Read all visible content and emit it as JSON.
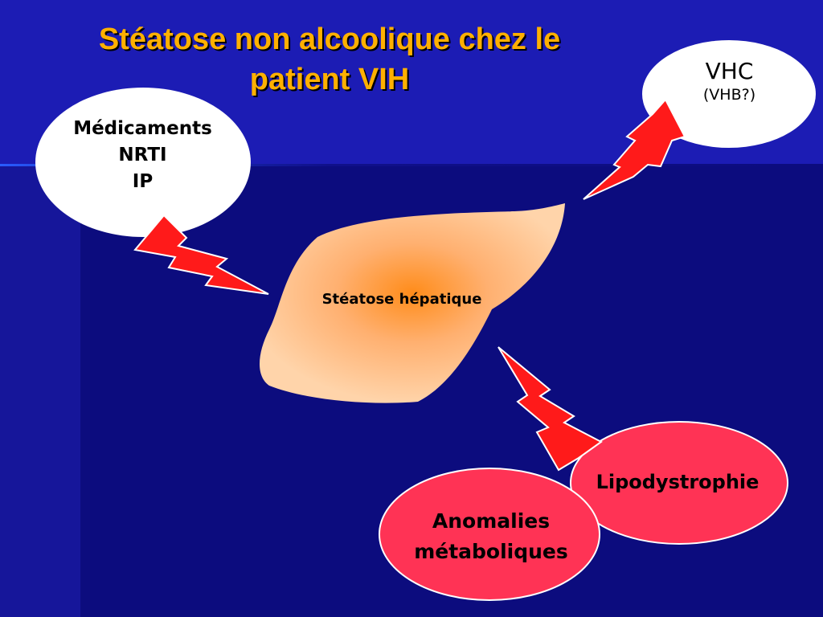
{
  "title": {
    "line1": "Stéatose non alcoolique chez le",
    "line2": "patient VIH"
  },
  "bubbles": {
    "medications": {
      "line1": "Médicaments",
      "line2": "NRTI",
      "line3": "IP"
    },
    "viral": {
      "line1": "VHC",
      "line2": "(VHB?)"
    },
    "lipodystrophy": {
      "label": "Lipodystrophie"
    },
    "metabolic": {
      "line1": "Anomalies",
      "line2": "métaboliques"
    }
  },
  "center": {
    "label": "Stéatose hépatique"
  },
  "colors": {
    "background": "#0c0c7e",
    "band": "#1c1cb4",
    "title": "#ffb000",
    "bubble_white": "#ffffff",
    "bubble_red": "#ff3355",
    "bolt": "#ff1a1a",
    "liver_center": "#ff8c1a",
    "liver_edge": "#ffd4aa"
  }
}
